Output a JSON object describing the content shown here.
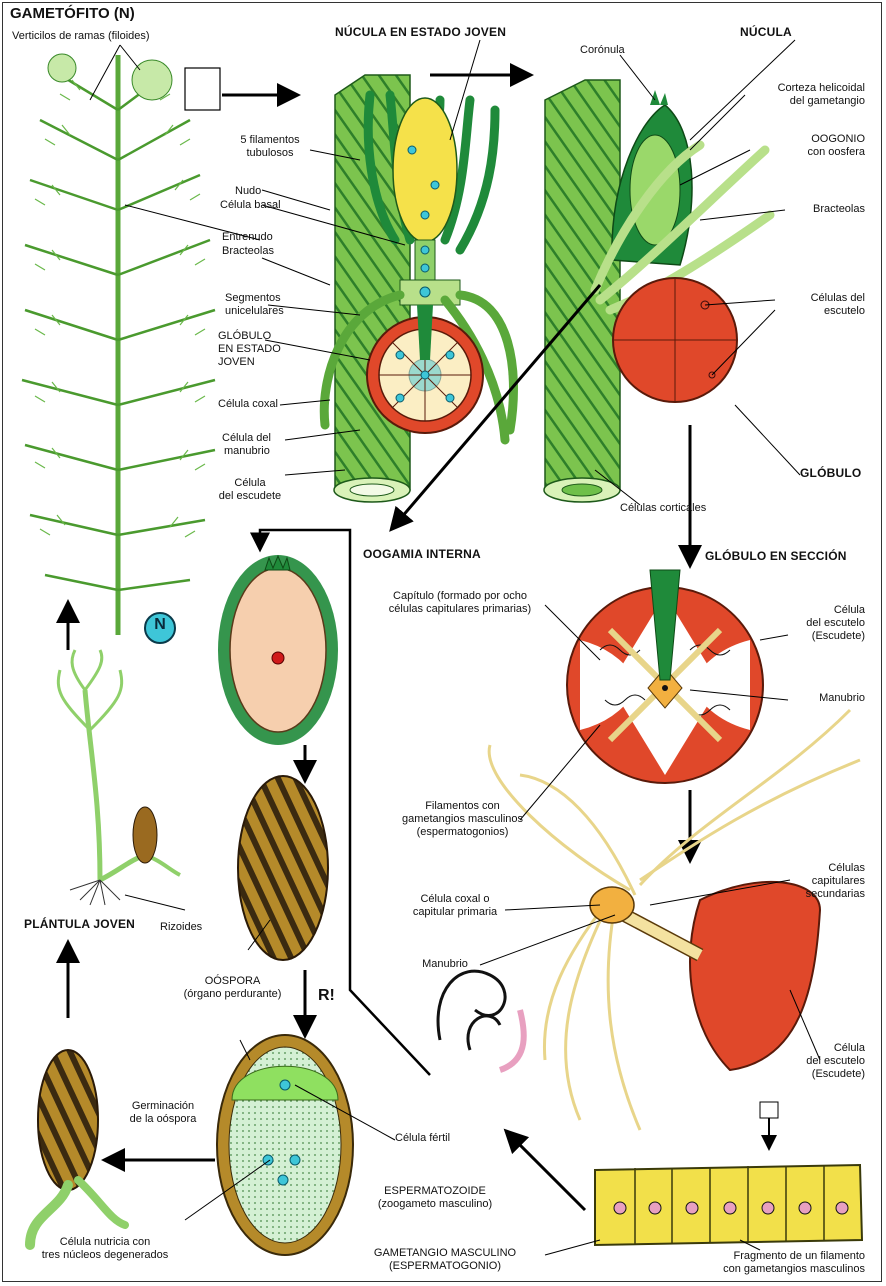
{
  "title": "GAMETÓFITO (N)",
  "labels": {
    "verticilos": "Verticilos de ramas (filoides)",
    "nucula_joven": "NÚCULA EN ESTADO JOVEN",
    "nucula": "NÚCULA",
    "coronula": "Corónula",
    "corteza_1": "Corteza helicoidal",
    "corteza_2": "del gametangio",
    "oogonio_1": "OOGONIO",
    "oogonio_2": "con oosfera",
    "bracteolas_r": "Bracteolas",
    "filamentos_1": "5 filamentos",
    "filamentos_2": "tubulosos",
    "nudo": "Nudo",
    "celula_basal": "Célula basal",
    "entrenudo": "Entrenudo",
    "bracteolas": "Bracteolas",
    "segmentos_1": "Segmentos",
    "segmentos_2": "unicelulares",
    "globulo_joven_1": "GLÓBULO",
    "globulo_joven_2": "EN ESTADO",
    "globulo_joven_3": "JOVEN",
    "celula_coxal": "Célula coxal",
    "manubrio_1": "Célula del",
    "manubrio_2": "manubrio",
    "escudete_1": "Célula",
    "escudete_2": "del escudete",
    "celulas_escutelo_1": "Células del",
    "celulas_escutelo_2": "escutelo",
    "globulo": "GLÓBULO",
    "celulas_corticales": "Células corticales",
    "n_badge": "N",
    "oogamia": "OOGAMIA INTERNA",
    "globulo_seccion": "GLÓBULO EN SECCIÓN",
    "capitulo_1": "Capítulo (formado por ocho",
    "capitulo_2": "células capitulares primarias)",
    "cel_escutelo_1": "Célula",
    "cel_escutelo_2": "del escutelo",
    "cel_escutelo_3": "(Escudete)",
    "manubrio_r": "Manubrio",
    "fil_gam_1": "Filamentos con",
    "fil_gam_2": "gametangios masculinos",
    "fil_gam_3": "(espermatogonios)",
    "cap_sec_1": "Células",
    "cap_sec_2": "capitulares",
    "cap_sec_3": "secundarias",
    "coxal_o_1": "Célula coxal o",
    "coxal_o_2": "capitular primaria",
    "manubrio_m": "Manubrio",
    "cel_escutelo_b1": "Célula",
    "cel_escutelo_b2": "del escutelo",
    "cel_escutelo_b3": "(Escudete)",
    "plantula": "PLÁNTULA JOVEN",
    "rizoides": "Rizoides",
    "oospora_1": "OÓSPORA",
    "oospora_2": "(órgano perdurante)",
    "r_mark": "R!",
    "germinacion_1": "Germinación",
    "germinacion_2": "de la oóspora",
    "celula_fertil": "Célula fértil",
    "nutricia_1": "Célula nutricia con",
    "nutricia_2": "tres núcleos degenerados",
    "esperma_1": "ESPERMATOZOIDE",
    "esperma_2": "(zoogameto masculino)",
    "gam_masc_1": "GAMETANGIO MASCULINO",
    "gam_masc_2": "(ESPERMATOGONIO)",
    "fragmento_1": "Fragmento de un filamento",
    "fragmento_2": "con gametangios masculinos"
  },
  "colors": {
    "green": "#6fc04a",
    "dark_green": "#1f8a3a",
    "light_green": "#b8e08a",
    "yellow": "#f2e04a",
    "orange_red": "#e0482a",
    "cream": "#fbeec4",
    "brown": "#8a6a2a",
    "peach": "#f6cfae",
    "cyan": "#3ec6d8"
  }
}
